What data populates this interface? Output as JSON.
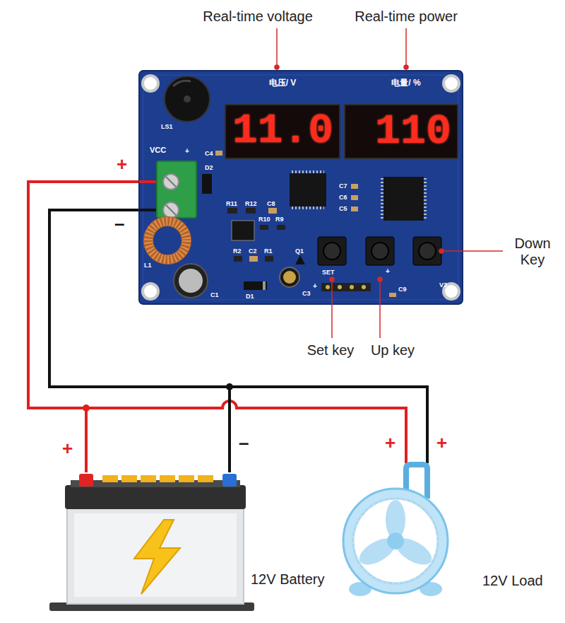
{
  "diagram": {
    "nodes": [
      {
        "text": [
          "VCC"
        ]
      },
      {
        "text": [
          "11.0"
        ],
        "in": 0
      },
      {
        "text": [
          "110"
        ],
        "in": 0
      },
      {
        "text": [
          "12V Battery"
        ]
      },
      {
        "text": [
          "12V Load"
        ]
      }
    ],
    "edges": [
      {
        "from": 0,
        "to": 3,
        "arrow": "none"
      },
      {
        "from": 0,
        "to": 4,
        "arrow": "none"
      },
      {
        "from": 0,
        "to": 3,
        "arrow": "none"
      },
      {
        "from": 0,
        "to": 4,
        "arrow": "none"
      }
    ],
    "labels": [
      "Real-time voltage",
      "Real-time power",
      "电压/ V",
      "电量/ %",
      "LS1",
      "+",
      "C4",
      "D2",
      "+",
      "–",
      "R11",
      "R12",
      "C8",
      "R10",
      "R9",
      "L1",
      "R2",
      "C2",
      "R1",
      "Q1",
      "C7",
      "C6",
      "C5",
      "C1",
      "D1",
      "C3",
      "SET",
      "+",
      "+",
      "C9",
      "V3",
      "Down Key",
      "Set key",
      "Up key",
      "+",
      "–",
      "+",
      "+"
    ]
  }
}
